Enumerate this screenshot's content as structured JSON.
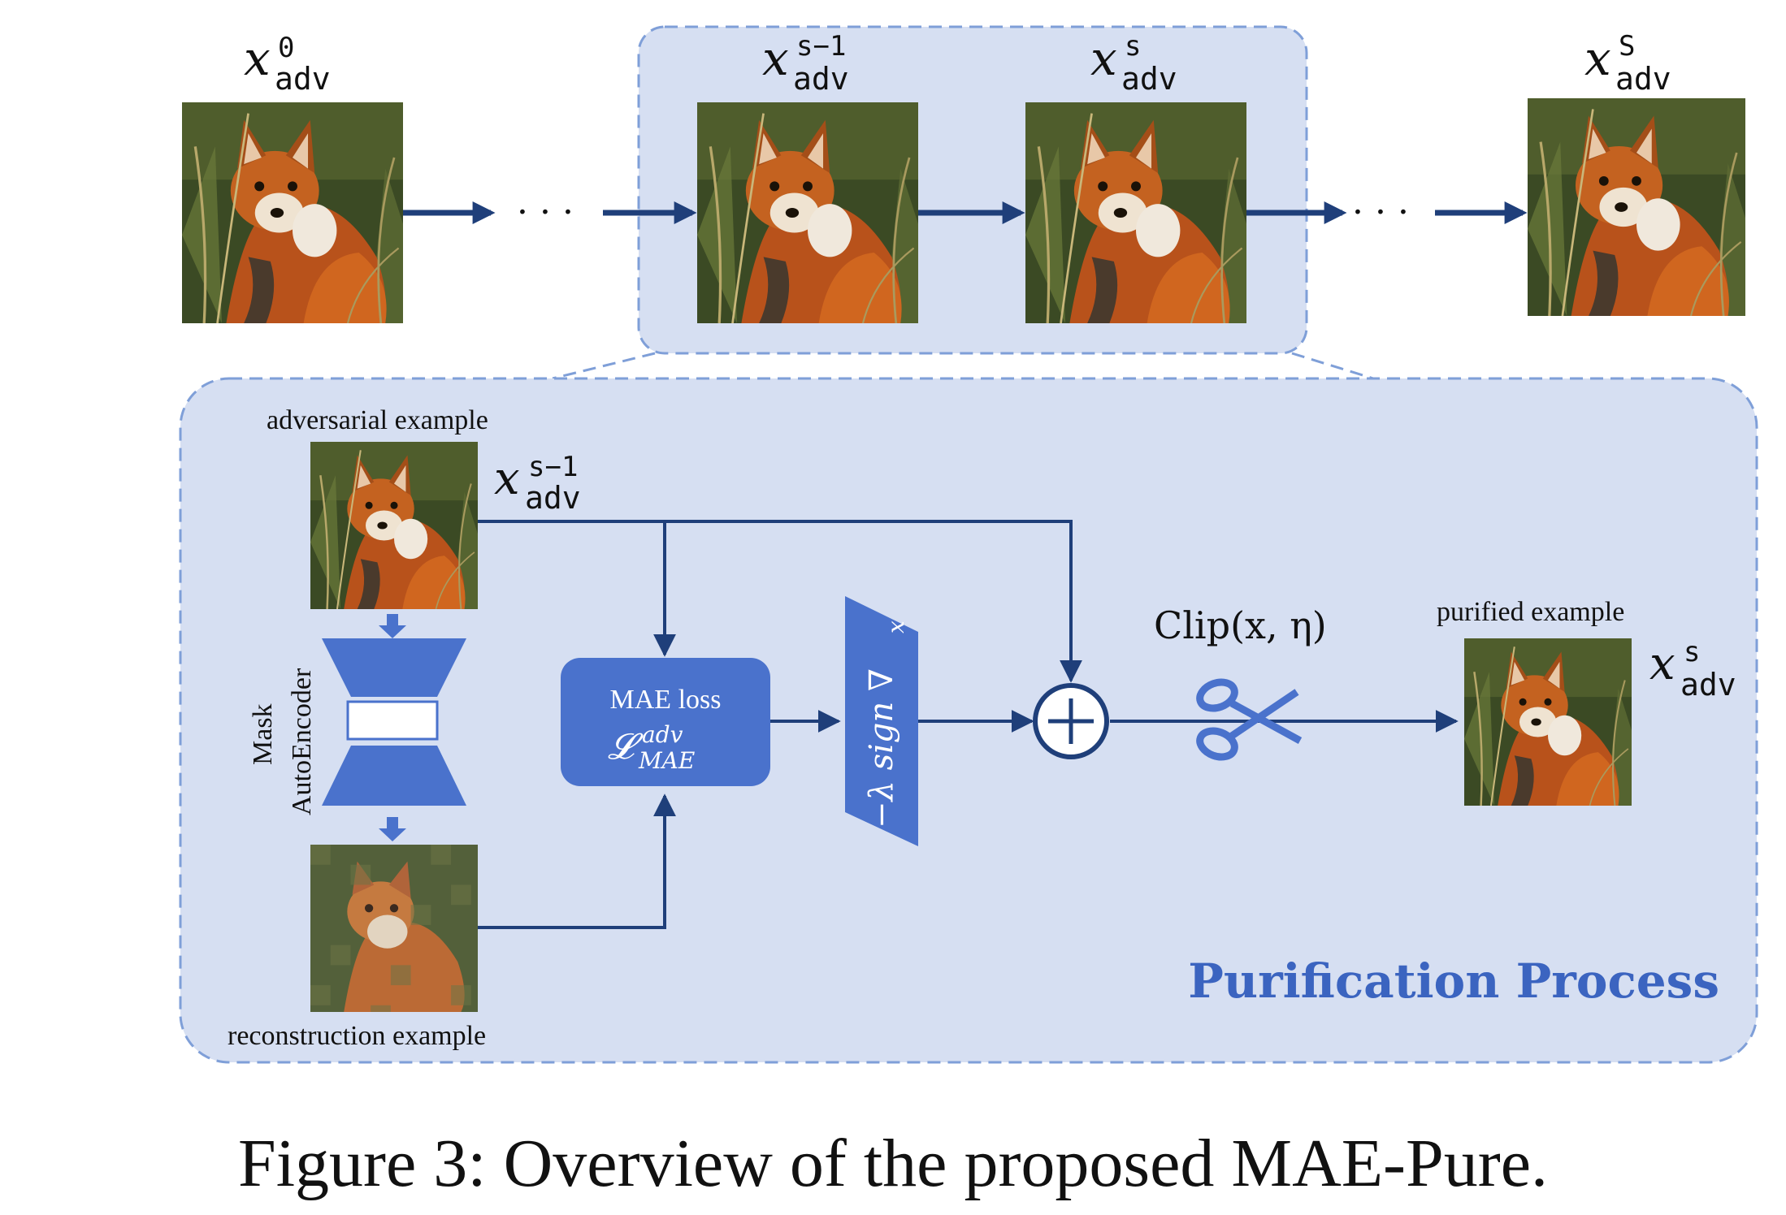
{
  "top_row": {
    "labels": [
      {
        "base": "x",
        "sup": "0",
        "sub": "adv"
      },
      {
        "base": "x",
        "sup": "s−1",
        "sub": "adv"
      },
      {
        "base": "x",
        "sup": "s",
        "sub": "adv"
      },
      {
        "base": "x",
        "sup": "S",
        "sub": "adv"
      }
    ],
    "ellipsis": "· · ·"
  },
  "process": {
    "adversarial_label": "adversarial example",
    "input_var": {
      "base": "x",
      "sup": "s−1",
      "sub": "adv"
    },
    "mae_text": [
      "Mask",
      "AutoEncoder"
    ],
    "reconstruction_label": "reconstruction example",
    "loss_title": "MAE loss",
    "loss_symbol": {
      "base": "𝓛",
      "sup": "adv",
      "sub": "MAE"
    },
    "sign_text": "−λ sign ∇",
    "sign_sub": "x",
    "clip_text": "Clip(x, η)",
    "purified_label": "purified example",
    "output_var": {
      "base": "x",
      "sup": "s",
      "sub": "adv"
    },
    "title": "Purification Process"
  },
  "caption": "Figure 3: Overview of the proposed MAE-Pure.",
  "colors": {
    "arrow": "#1f3f7a",
    "panel_fill": "#d6dff2",
    "panel_border": "#7f9fd8",
    "block": "#4a72cc",
    "title": "#3b64c0"
  }
}
